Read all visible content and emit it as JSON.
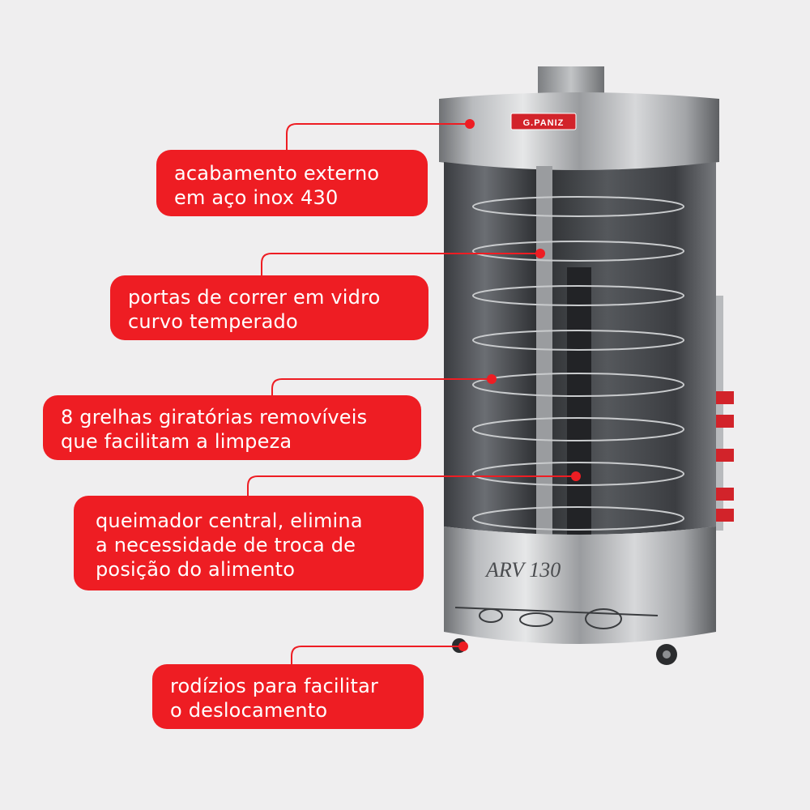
{
  "brand": {
    "logo_text": "G.PANIZ",
    "model": "ARV 130"
  },
  "accent_color": "#ee1d23",
  "callouts": [
    {
      "line1": "acabamento  externo",
      "line2": "em aço inox 430"
    },
    {
      "line1": "portas de correr em vidro",
      "line2": "curvo temperado"
    },
    {
      "line1": "8 grelhas giratórias removíveis",
      "line2": "que facilitam a limpeza"
    },
    {
      "line1": "queimador central, elimina",
      "line2": "a necessidade de troca de",
      "line3": "posição do alimento"
    },
    {
      "line1": "rodízios para facilitar",
      "line2": "o deslocamento"
    }
  ]
}
